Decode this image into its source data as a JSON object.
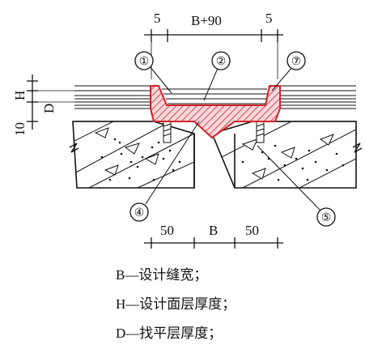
{
  "dimensions": {
    "top": [
      "5",
      "B+90",
      "5"
    ],
    "bottom": [
      "50",
      "B",
      "50"
    ],
    "side": [
      "10",
      "H",
      "D"
    ]
  },
  "markers": [
    "①",
    "②",
    "⑦",
    "④",
    "⑤"
  ],
  "notes": [
    "B—设计缝宽；",
    "H—设计面层厚度；",
    "D—找平层厚度；"
  ],
  "colors": {
    "seal_fill": "#f6d7db",
    "seal_outline": "#d1222a",
    "line": "#111111"
  }
}
